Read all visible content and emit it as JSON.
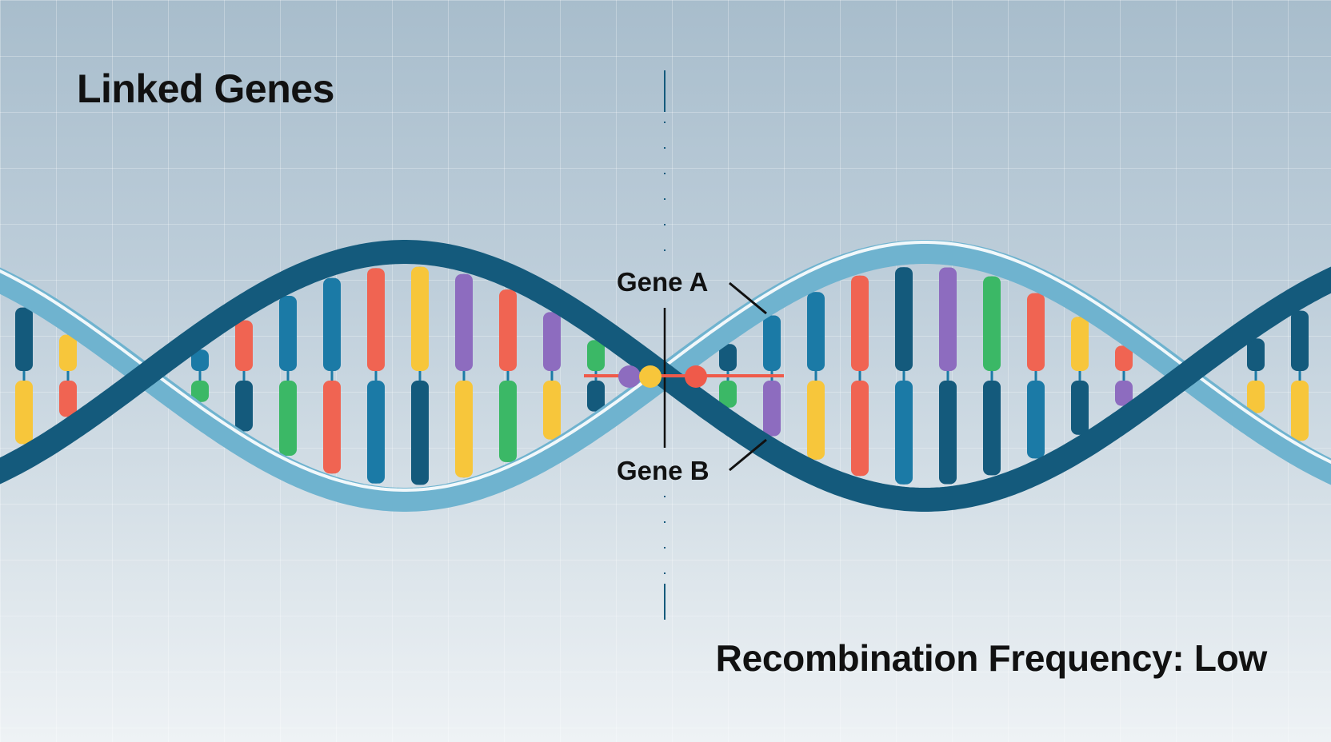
{
  "title": "Linked Genes",
  "gene_a": {
    "label": "Gene A"
  },
  "gene_b": {
    "label": "Gene B"
  },
  "recombination": {
    "label": "Recombination Frequency: Low"
  },
  "colors": {
    "strand_dark": "#145a7c",
    "strand_light": "#6fb3cf",
    "base_red": "#f06452",
    "base_yellow": "#f7c63b",
    "base_green": "#3bb866",
    "base_purple": "#8d6cbf",
    "base_blue": "#1b7aa6",
    "base_navy": "#145a7c",
    "gene_marker": "#ef5a4a"
  },
  "base_pairs": [
    [
      "navy",
      "yellow"
    ],
    [
      "yellow",
      "red"
    ],
    [
      "yellow",
      "red"
    ],
    [
      "blue",
      "green"
    ],
    [
      "red",
      "navy"
    ],
    [
      "blue",
      "green"
    ],
    [
      "blue",
      "red"
    ],
    [
      "red",
      "blue"
    ],
    [
      "yellow",
      "navy"
    ],
    [
      "purple",
      "yellow"
    ],
    [
      "red",
      "green"
    ],
    [
      "purple",
      "yellow"
    ],
    [
      "green",
      "navy"
    ],
    [
      "navy",
      "green"
    ],
    [
      "blue",
      "purple"
    ],
    [
      "blue",
      "yellow"
    ],
    [
      "red",
      "red"
    ],
    [
      "navy",
      "blue"
    ],
    [
      "purple",
      "navy"
    ],
    [
      "green",
      "navy"
    ],
    [
      "red",
      "blue"
    ],
    [
      "yellow",
      "navy"
    ],
    [
      "red",
      "purple"
    ],
    [
      "navy",
      "yellow"
    ]
  ]
}
